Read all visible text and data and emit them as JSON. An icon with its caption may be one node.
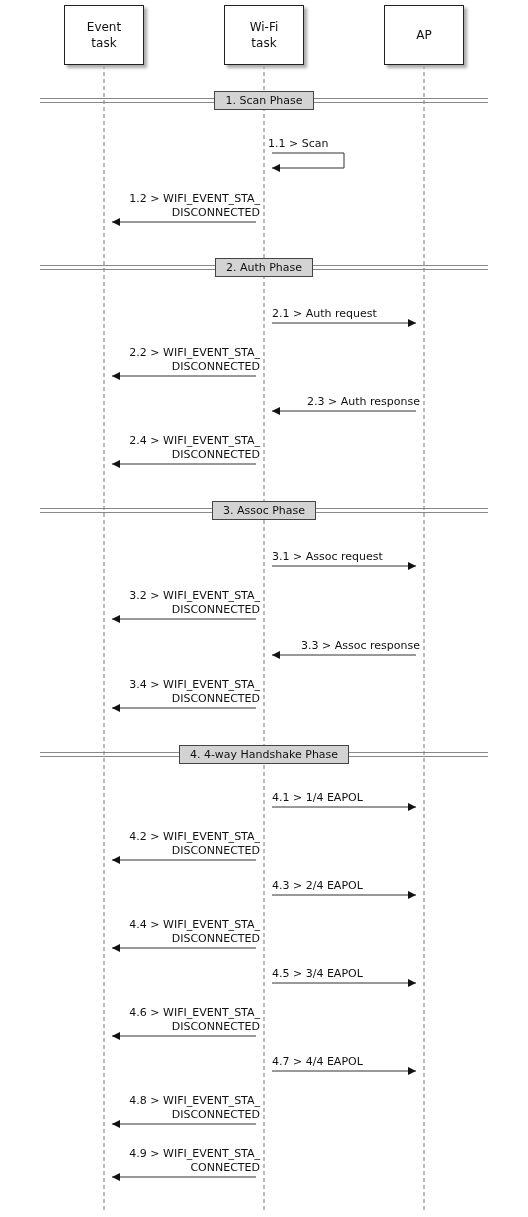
{
  "diagram": {
    "nodes": [
      {
        "text": [
          "Event task"
        ]
      },
      {
        "text": [
          "Wi-Fi task"
        ]
      },
      {
        "text": [
          "AP"
        ]
      },
      {
        "text": [
          "1. Scan Phase"
        ]
      },
      {
        "text": [
          "2. Auth Phase"
        ]
      },
      {
        "text": [
          "3. Assoc Phase"
        ]
      },
      {
        "text": [
          "4. 4-way Handshake Phase"
        ]
      }
    ],
    "edges": [
      {
        "from": 1,
        "to": 1,
        "arrow": "to",
        "label": "1.1 > Scan"
      },
      {
        "from": 1,
        "to": 0,
        "arrow": "to",
        "label": "1.2 > WIFI_EVENT_STA_DISCONNECTED"
      },
      {
        "from": 1,
        "to": 2,
        "arrow": "to",
        "label": "2.1 > Auth request"
      },
      {
        "from": 1,
        "to": 0,
        "arrow": "to",
        "label": "2.2 > WIFI_EVENT_STA_DISCONNECTED"
      },
      {
        "from": 2,
        "to": 1,
        "arrow": "to",
        "label": "2.3 > Auth response"
      },
      {
        "from": 1,
        "to": 0,
        "arrow": "to",
        "label": "2.4 > WIFI_EVENT_STA_DISCONNECTED"
      },
      {
        "from": 1,
        "to": 2,
        "arrow": "to",
        "label": "3.1 > Assoc request"
      },
      {
        "from": 1,
        "to": 0,
        "arrow": "to",
        "label": "3.2 > WIFI_EVENT_STA_DISCONNECTED"
      },
      {
        "from": 2,
        "to": 1,
        "arrow": "to",
        "label": "3.3 > Assoc response"
      },
      {
        "from": 1,
        "to": 0,
        "arrow": "to",
        "label": "3.4 > WIFI_EVENT_STA_DISCONNECTED"
      },
      {
        "from": 1,
        "to": 2,
        "arrow": "to",
        "label": "4.1 > 1/4 EAPOL"
      },
      {
        "from": 1,
        "to": 0,
        "arrow": "to",
        "label": "4.2 > WIFI_EVENT_STA_DISCONNECTED"
      },
      {
        "from": 1,
        "to": 2,
        "arrow": "to",
        "label": "4.3 > 2/4 EAPOL"
      },
      {
        "from": 1,
        "to": 0,
        "arrow": "to",
        "label": "4.4 > WIFI_EVENT_STA_DISCONNECTED"
      },
      {
        "from": 1,
        "to": 2,
        "arrow": "to",
        "label": "4.5 > 3/4 EAPOL"
      },
      {
        "from": 1,
        "to": 0,
        "arrow": "to",
        "label": "4.6 > WIFI_EVENT_STA_DISCONNECTED"
      },
      {
        "from": 1,
        "to": 2,
        "arrow": "to",
        "label": "4.7 > 4/4 EAPOL"
      },
      {
        "from": 1,
        "to": 0,
        "arrow": "to",
        "label": "4.8 > WIFI_EVENT_STA_DISCONNECTED"
      },
      {
        "from": 1,
        "to": 0,
        "arrow": "to",
        "label": "4.9 > WIFI_EVENT_STA_CONNECTED"
      }
    ]
  }
}
